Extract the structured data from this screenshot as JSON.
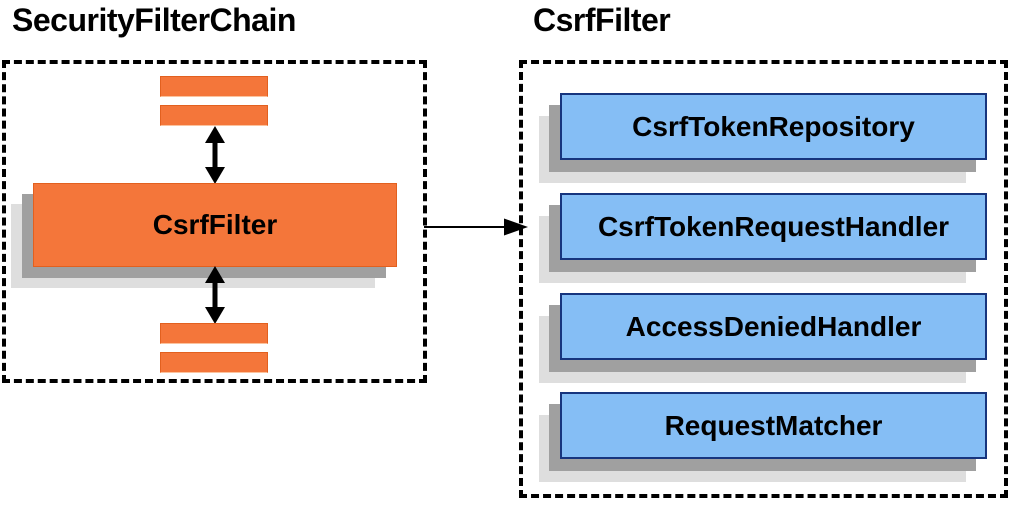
{
  "left_panel": {
    "title": "SecurityFilterChain",
    "csrf_filter_label": "CsrfFilter"
  },
  "right_panel": {
    "title": "CsrfFilter",
    "components": [
      "CsrfTokenRepository",
      "CsrfTokenRequestHandler",
      "AccessDeniedHandler",
      "RequestMatcher"
    ]
  },
  "colors": {
    "orange": "#F4763A",
    "orange_border": "#E2601F",
    "blue_fill": "#85BEF5",
    "blue_border": "#17357E",
    "shadow_dark": "#A0A0A0",
    "shadow_light": "#DEDEDE",
    "arrow": "#000000",
    "text": "#000000"
  }
}
